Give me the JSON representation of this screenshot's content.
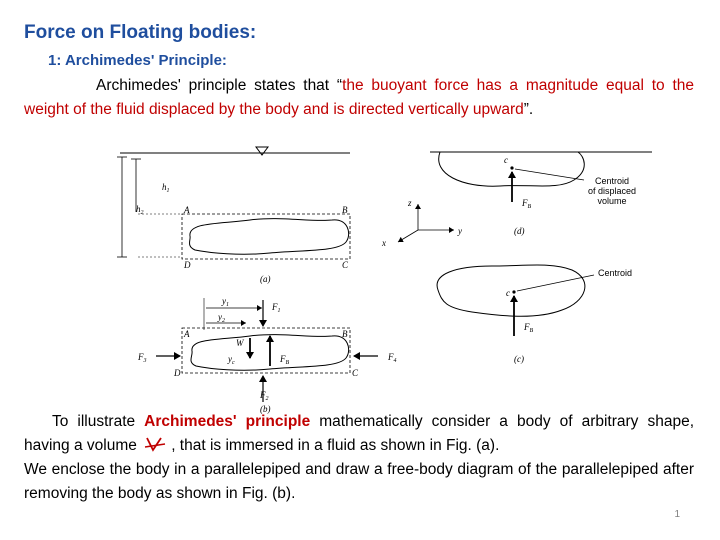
{
  "slide": {
    "title": "Force on Floating bodies:",
    "subtitle": "1: Archimedes' Principle:",
    "intro": {
      "text_before": "Archimedes' principle states that “",
      "quote": "the buoyant force has a magnitude equal to the weight of the fluid displaced by the body and is directed vertically upward",
      "text_after": "”."
    },
    "body": {
      "text1": "To illustrate ",
      "highlight": "Archimedes' principle",
      "text2": " mathematically consider a body of arbitrary shape, having a volume ",
      "text3": ", that is immersed in a fluid as shown in Fig. (a).",
      "text4": "We enclose the body in a parallelepiped and draw a free-body diagram of the parallelepiped after removing the body as shown in Fig. (b)."
    },
    "page_number": "1"
  },
  "figure": {
    "fig_a": {
      "label": "(a)",
      "h1": "h",
      "h1_sub": "1",
      "h2": "h",
      "h2_sub": "2",
      "corners": [
        "A",
        "B",
        "D",
        "C"
      ]
    },
    "fig_b": {
      "label": "(b)",
      "y1": "y",
      "y1_sub": "1",
      "y2": "y",
      "y2_sub": "2",
      "yc": "y",
      "yc_sub": "c",
      "W": "W",
      "forces": {
        "F1": "F",
        "F1_sub": "1",
        "F2": "F",
        "F2_sub": "2",
        "F3": "F",
        "F3_sub": "3",
        "F4": "F",
        "F4_sub": "4",
        "FB": "F",
        "FB_sub": "B"
      },
      "corners": [
        "A",
        "B",
        "D",
        "C"
      ]
    },
    "axes": {
      "z": "z",
      "y": "y",
      "x": "x"
    },
    "fig_d": {
      "label": "(d)",
      "point": "c",
      "force": "F",
      "force_sub": "B",
      "annotation_line1": "Centroid",
      "annotation_line2": "of displaced",
      "annotation_line3": "volume"
    },
    "fig_c": {
      "label": "(c)",
      "point": "c",
      "force": "F",
      "force_sub": "B",
      "annotation": "Centroid"
    }
  }
}
